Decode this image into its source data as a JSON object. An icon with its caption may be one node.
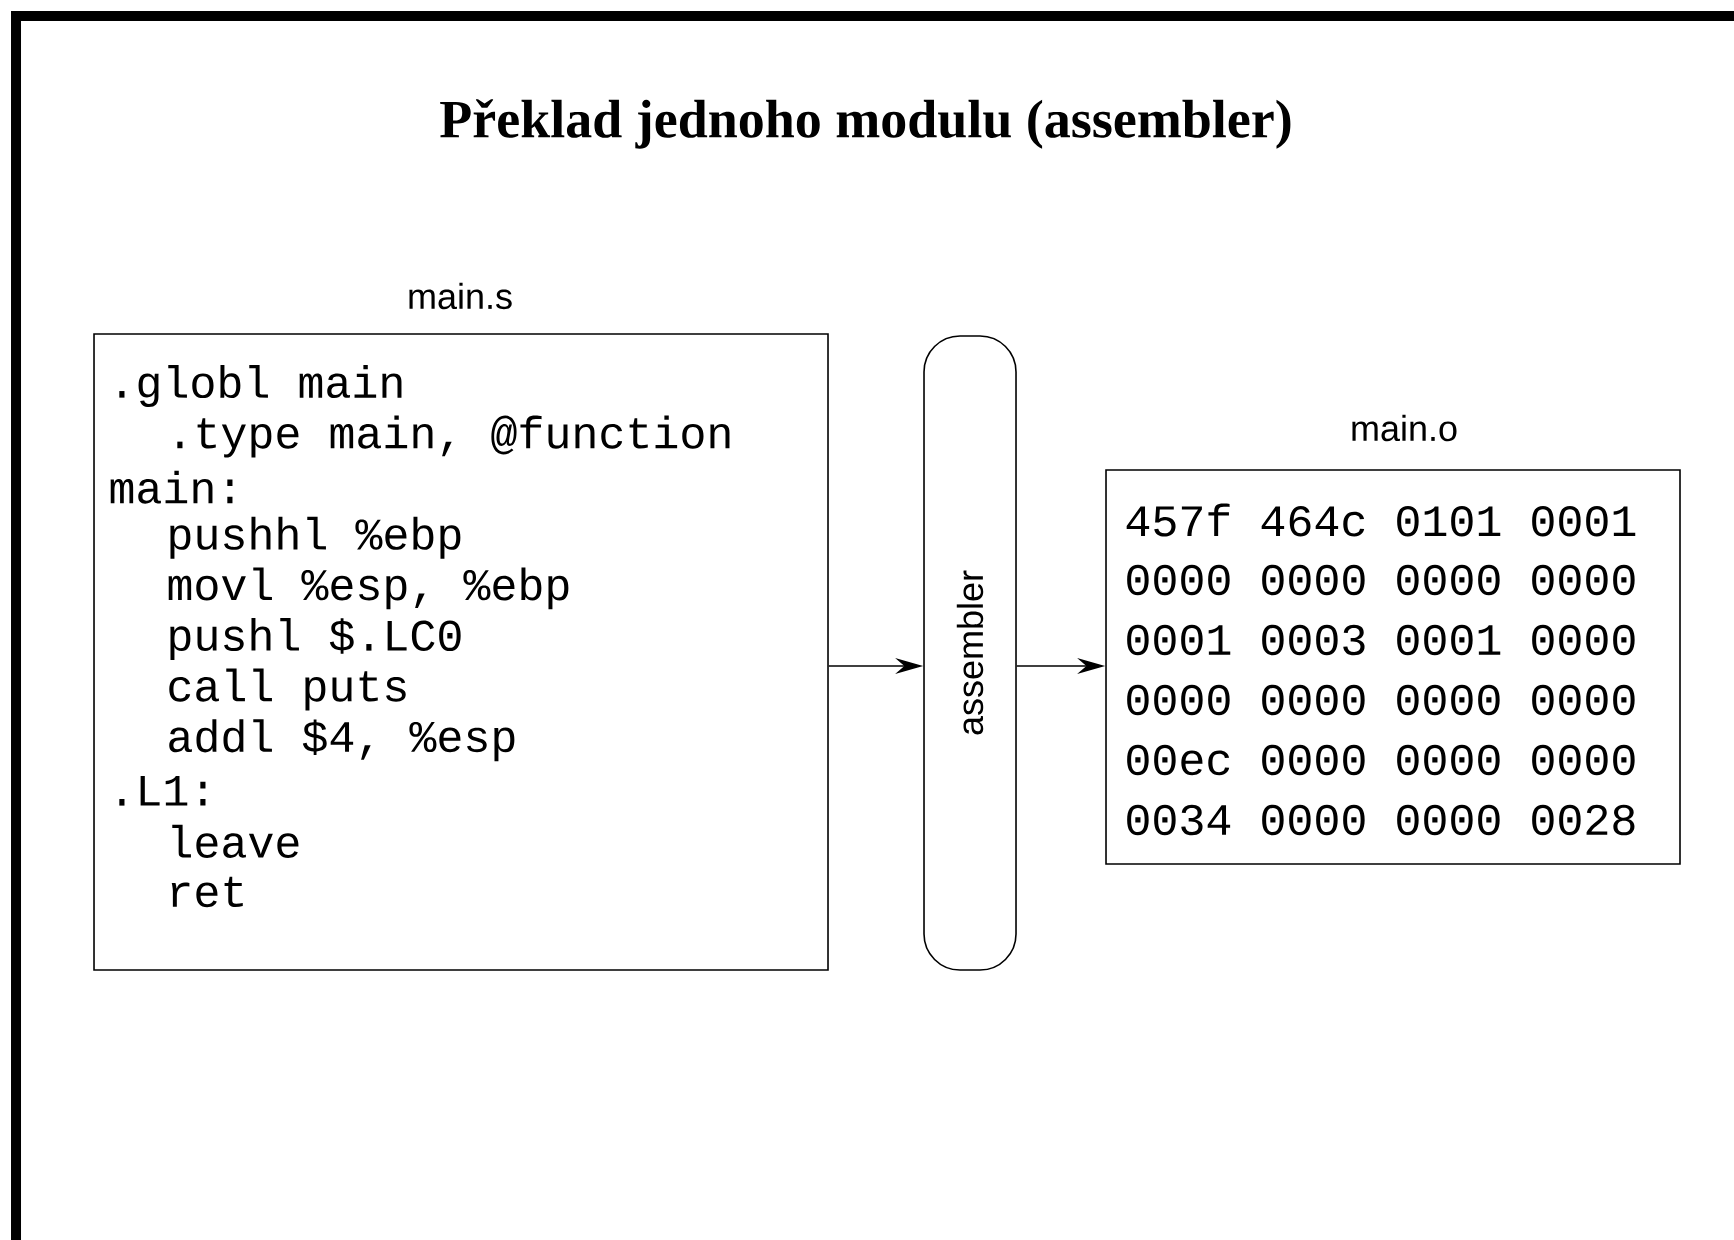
{
  "diagram": {
    "title": "Překlad jednoho modulu (assembler)",
    "nodes": [
      {
        "text": [
          "main.s",
          ".globl main",
          ".type main, @function",
          "main:",
          "pushhl %ebp",
          "movl %esp, %ebp",
          "pushl $.LC0",
          "call puts",
          "addl $4, %esp",
          ".L1:",
          "leave",
          "ret"
        ]
      },
      {
        "text": [
          "assembler"
        ]
      },
      {
        "text": [
          "main.o",
          "457f 464c 0101 0001",
          "0000 0000 0000 0000",
          "0001 0003 0001 0000",
          "0000 0000 0000 0000",
          "00ec 0000 0000 0000",
          "0034 0000 0000 0028"
        ]
      }
    ],
    "edges": [
      {
        "from": 0,
        "to": 1,
        "arrow": "to"
      },
      {
        "from": 1,
        "to": 2,
        "arrow": "to"
      }
    ]
  }
}
